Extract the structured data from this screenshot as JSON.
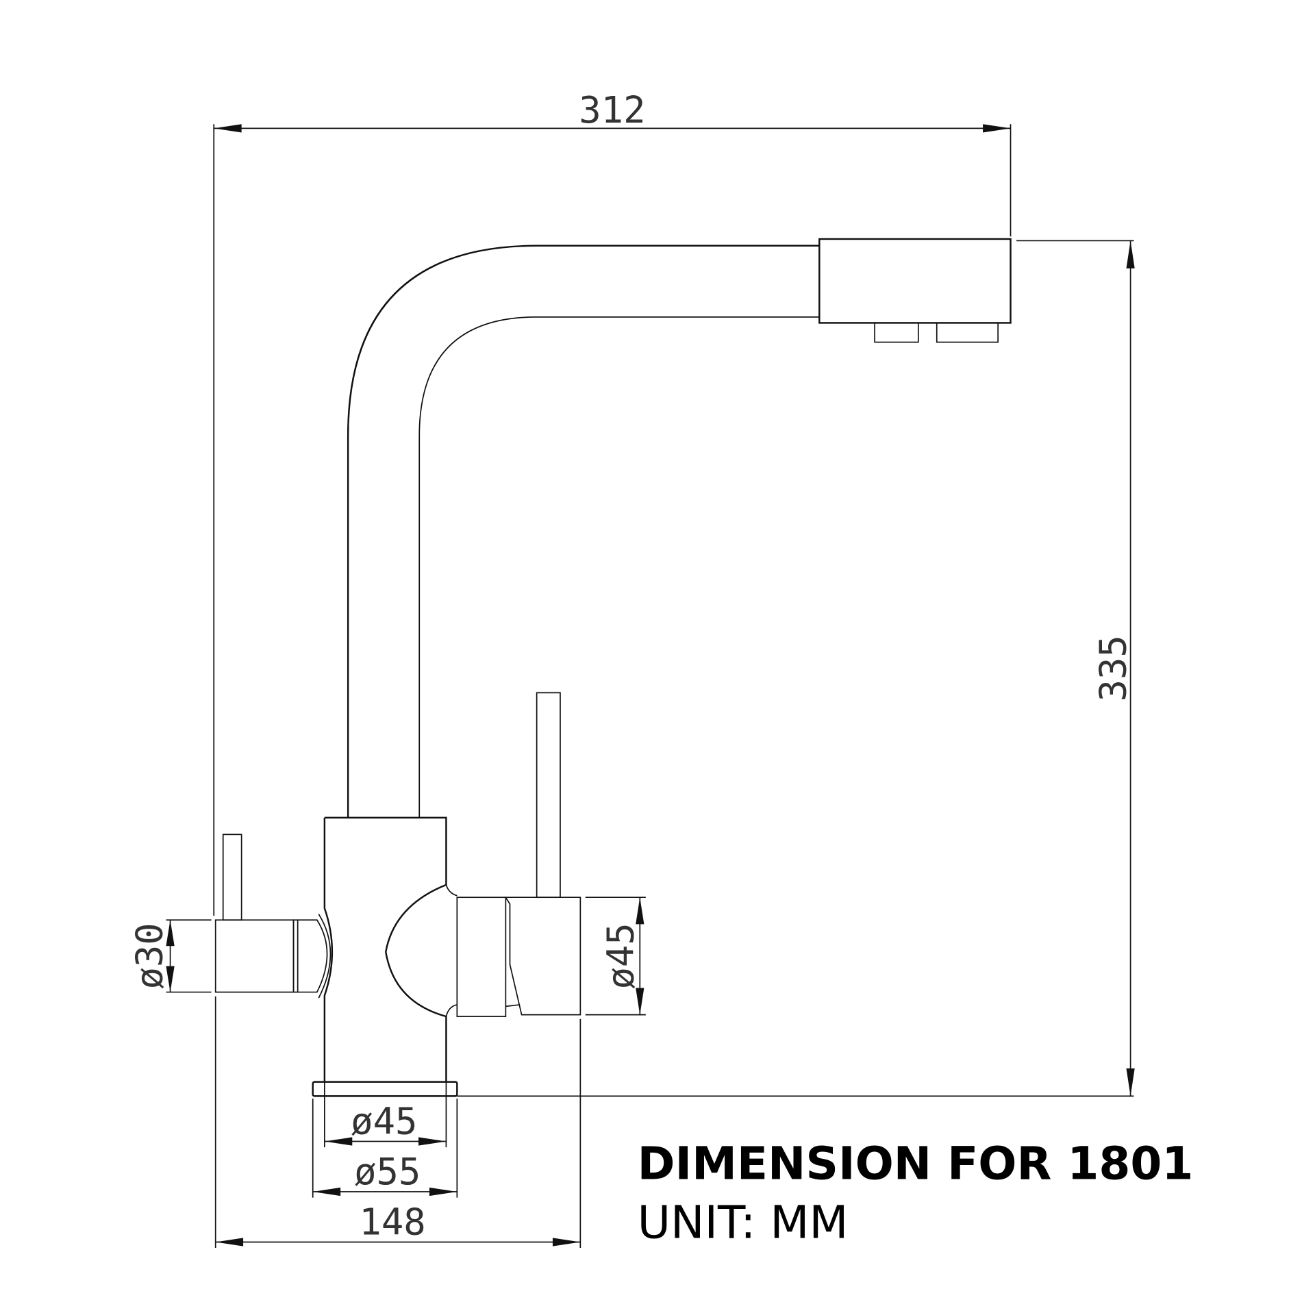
{
  "title": "DIMENSION FOR 1801",
  "unit": "UNIT: MM",
  "dimensions": {
    "overall_width": "312",
    "overall_height": "335",
    "left_handle_diameter": "ø30",
    "right_handle_diameter": "ø45",
    "body_diameter": "ø45",
    "base_diameter": "ø55",
    "base_width": "148"
  }
}
